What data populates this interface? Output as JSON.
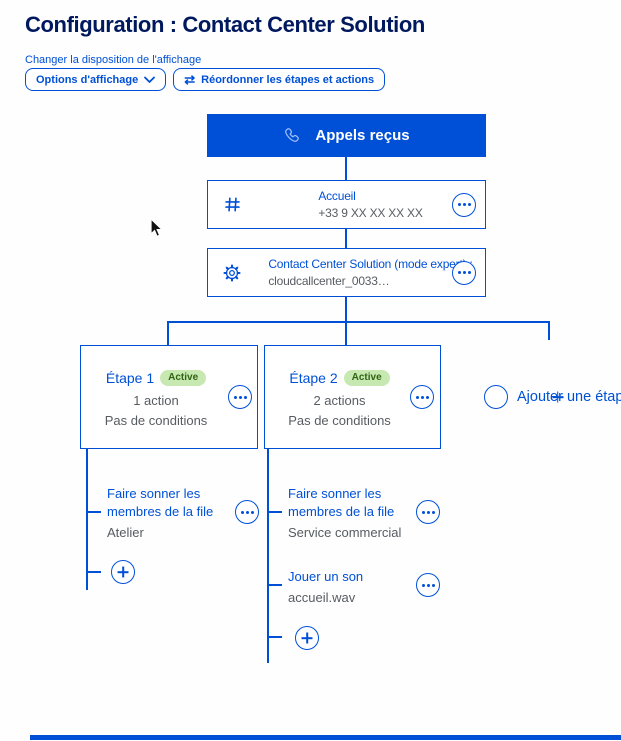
{
  "page": {
    "title": "Configuration : Contact Center Solution",
    "layout_hint": "Changer la disposition de l'affichage",
    "buttons": {
      "display_options": "Options d'affichage",
      "reorder": "Réordonner les étapes et actions"
    }
  },
  "flow": {
    "entry": {
      "label": "Appels reçus"
    },
    "number_node": {
      "title": "Accueil",
      "subtitle": "+33 9 XX XX XX XX"
    },
    "solution_node": {
      "title": "Contact Center Solution (mode expert) :",
      "subtitle": "cloudcallcenter_0033…"
    },
    "steps": [
      {
        "title": "Étape 1",
        "badge": "Active",
        "actions_count": "1 action",
        "conditions": "Pas de conditions",
        "actions": [
          {
            "title": "Faire sonner les membres de la file",
            "subtitle": "Atelier"
          }
        ]
      },
      {
        "title": "Étape 2",
        "badge": "Active",
        "actions_count": "2 actions",
        "conditions": "Pas de conditions",
        "actions": [
          {
            "title": "Faire sonner les membres de la file",
            "subtitle": "Service commercial"
          },
          {
            "title": "Jouer un son",
            "subtitle": "accueil.wav"
          }
        ]
      }
    ],
    "add_step_label": "Ajouter une étape"
  },
  "icons": {
    "swap_glyph": "⇄",
    "entry": "phone-icon",
    "number_node": "dialpad-icon",
    "solution_node": "gear-icon",
    "more": "ellipsis-icon",
    "add": "plus-icon"
  },
  "colors": {
    "primary": "#0050d7",
    "heading": "#00185e",
    "muted_text": "#575c62",
    "badge_bg": "#c8e8b2",
    "badge_text": "#2f6312"
  }
}
